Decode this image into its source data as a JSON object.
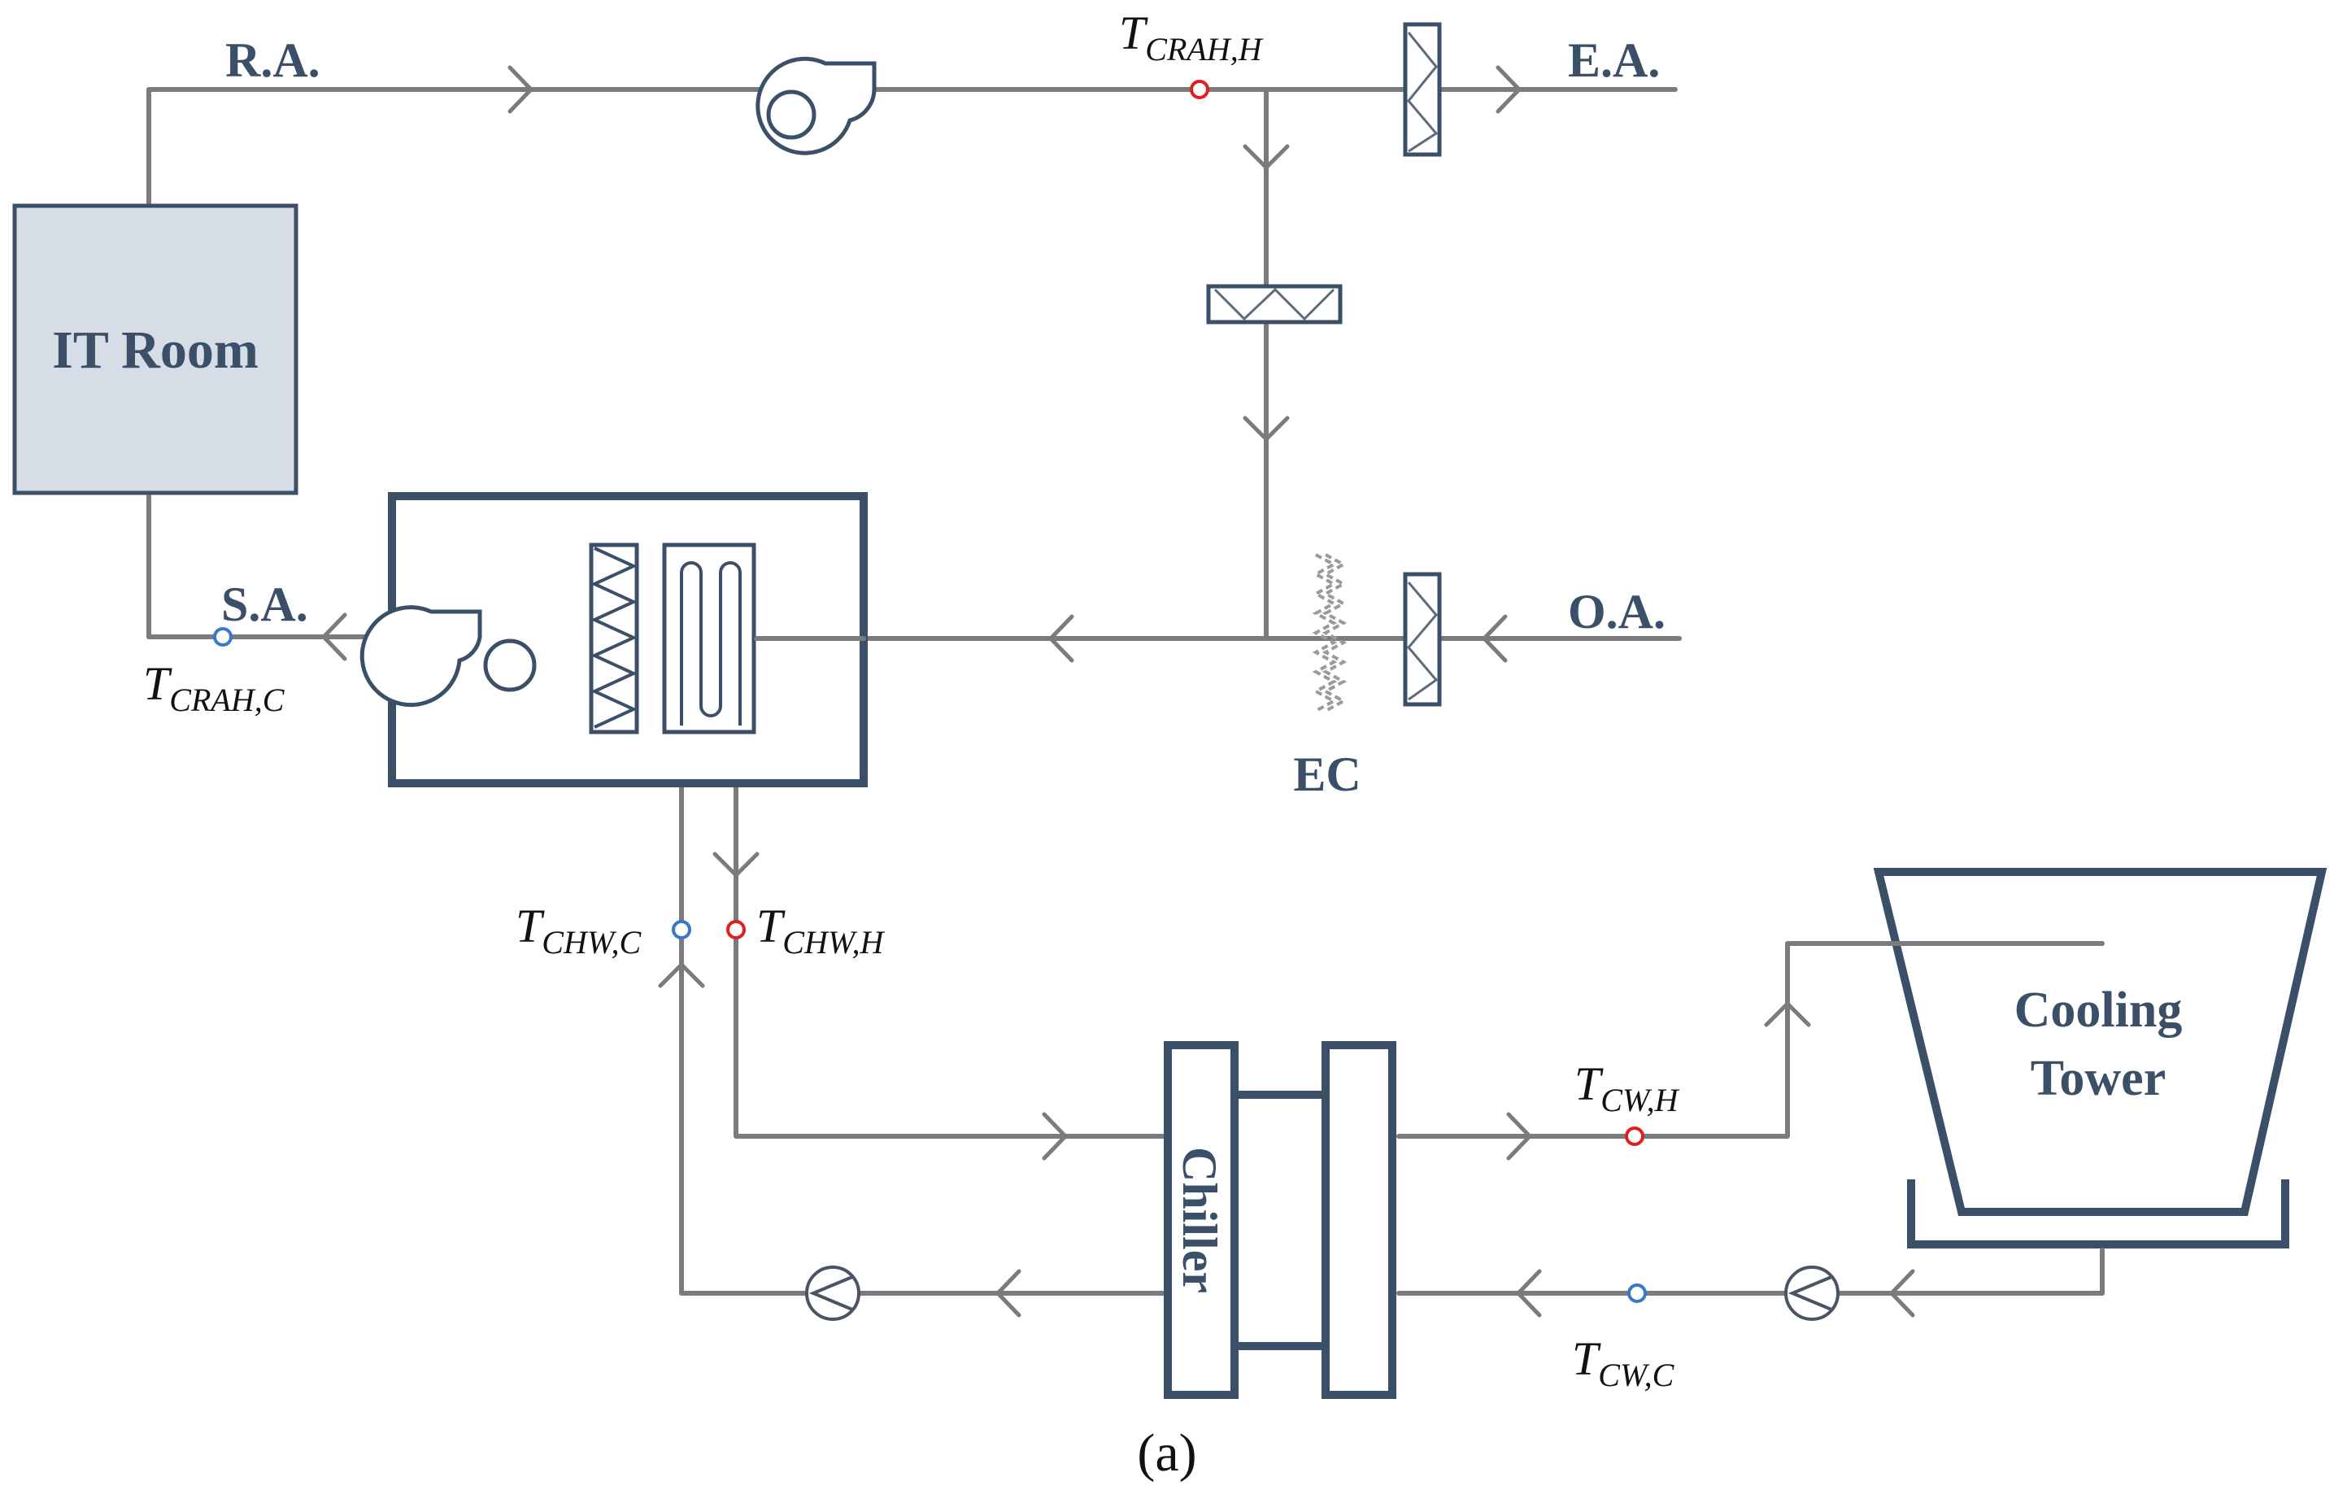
{
  "labels": {
    "return_air": "R.A.",
    "exhaust_air": "E.A.",
    "supply_air": "S.A.",
    "outdoor_air": "O.A.",
    "economizer": "EC",
    "it_room": "IT Room",
    "chiller": "Chiller",
    "cooling_tower_line1": "Cooling",
    "cooling_tower_line2": "Tower",
    "caption": "(a)"
  },
  "sensors": {
    "t_crah_h": {
      "symbol": "T",
      "subscript": "CRAH,H",
      "color": "#e02020"
    },
    "t_crah_c": {
      "symbol": "T",
      "subscript": "CRAH,C",
      "color": "#3a78c8"
    },
    "t_chw_c": {
      "symbol": "T",
      "subscript": "CHW,C",
      "color": "#3a78c8"
    },
    "t_chw_h": {
      "symbol": "T",
      "subscript": "CHW,H",
      "color": "#e02020"
    },
    "t_cw_h": {
      "symbol": "T",
      "subscript": "CW,H",
      "color": "#e02020"
    },
    "t_cw_c": {
      "symbol": "T",
      "subscript": "CW,C",
      "color": "#3a78c8"
    }
  },
  "colors": {
    "pipe": "#7b7a7e",
    "equipment": "#3b5068",
    "it_room_fill": "#d6dde6"
  }
}
